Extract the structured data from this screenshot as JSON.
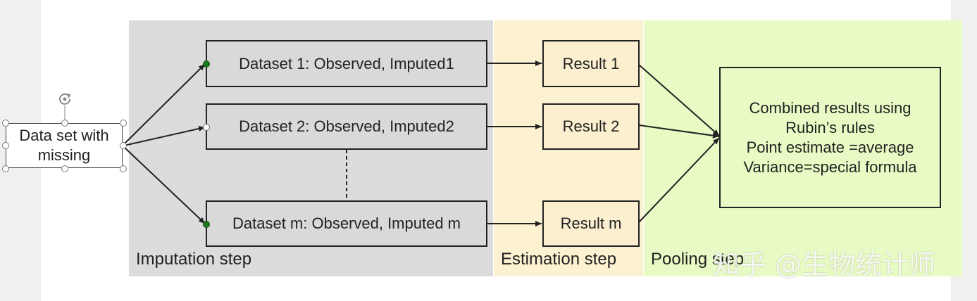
{
  "panels": {
    "imputation": {
      "label": "Imputation step",
      "color": "#dcdcdc"
    },
    "estimation": {
      "label": "Estimation step",
      "color": "#fcf1d0"
    },
    "pooling": {
      "label": "Pooling step",
      "color": "#e9fbc4"
    }
  },
  "source": {
    "line1": "Data set with",
    "line2": "missing"
  },
  "datasets": [
    {
      "label": "Dataset 1: Observed, Imputed1"
    },
    {
      "label": "Dataset 2: Observed, Imputed2"
    },
    {
      "label": "Dataset m: Observed, Imputed m"
    }
  ],
  "results": [
    {
      "label": "Result 1"
    },
    {
      "label": "Result 2"
    },
    {
      "label": "Result m"
    }
  ],
  "combined": {
    "line1": "Combined results using",
    "line2": "Rubin’s rules",
    "line3": "Point estimate =average",
    "line4": "Variance=special formula"
  },
  "watermark": "知乎 @生物统计师",
  "rotate_icon": "rotate-icon"
}
